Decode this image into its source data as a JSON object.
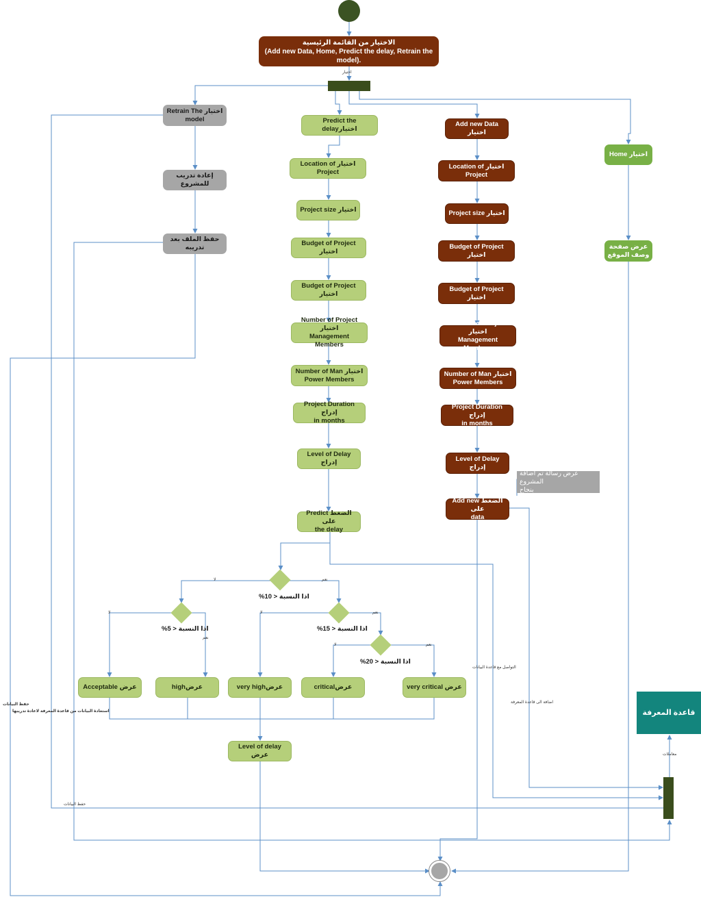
{
  "main_menu": "الاختيار من القائمة الرئيسية\n(Add new Data, Home, Predict the delay, Retrain the model).",
  "choose_label": "اختيار",
  "retrain": {
    "select": "Retrain The  اختيار\nmodel",
    "retrain_project": "إعادة تدريب للمشروع",
    "save_file": "حفظ الملف بعد تدريبه"
  },
  "predict": {
    "select": "Predict the delayاختيار",
    "location": "Location of    اختيار\nProject",
    "size": "Project size   اختيار",
    "budget1": "Budget of Project  اختيار",
    "budget2": "Budget of Project  اختيار",
    "pm_members": "Number of Project اختيار\nManagement Members",
    "man_power": "Number of Man  اختيار\nPower Members",
    "duration": "Project Duration إدراج\nin months",
    "level": "Level of Delay  إدراج",
    "press": "Predict      الضغط على\nthe delay"
  },
  "add": {
    "select": "Add new Data  اختيار",
    "location": "Location of    اختيار\nProject",
    "size": "Project size   اختيار",
    "budget1": "Budget of Project  اختيار",
    "budget2": "Budget of Project  اختيار",
    "pm_members": "Number of Project اختيار\nManagement Members",
    "man_power": "Number of Man  اختيار\nPower Members",
    "duration": "Project Duration  إدراج\nin months",
    "level": "Level of Delay  إدراج",
    "press": "Add new   الضغط على\ndata",
    "note": "عرض رسالة تم اضافة المشروع\nبنجاح"
  },
  "home": {
    "select": "Home  اختيار",
    "show": "عرض صفحة\nوصف الموقع"
  },
  "conditions": {
    "c10": "%10 > اذا النسبة",
    "c15": "%15 > اذا النسبة",
    "c5": "%5 > اذا النسبة",
    "c20": "%20 > اذا النسبة",
    "yes": "نعم",
    "no": "لا"
  },
  "results": {
    "acceptable": "Acceptable عرض",
    "high": "highعرض",
    "very_high": "very highعرض",
    "critical": "criticalعرض",
    "very_critical": "very critical عرض",
    "level_of_delay": "Level of delay عرض"
  },
  "knowledge_base": "قاعدة المعرفة",
  "edge_labels": {
    "save_data_left": "حفظ البيانات",
    "retrieve_data": "استعادة البيانات من قاعدة المعرفة لاعادة تدريبها",
    "save_data_bottom": "حفظ البيانات",
    "communicate_db": "التواصل مع قاعدة البيانات",
    "add_to_kb": "اضافة الى قاعدة المعرفة",
    "transactions": "معاملات"
  },
  "colors": {
    "start_node": "#3b5323",
    "fork_bar": "#3a4d1c",
    "gray": "#a6a6a6",
    "light_green": "#b5cf7a",
    "brown": "#7a2e0a",
    "teal": "#13857d",
    "connector": "#5b8fc7",
    "end_node": "#a6a6a6"
  }
}
